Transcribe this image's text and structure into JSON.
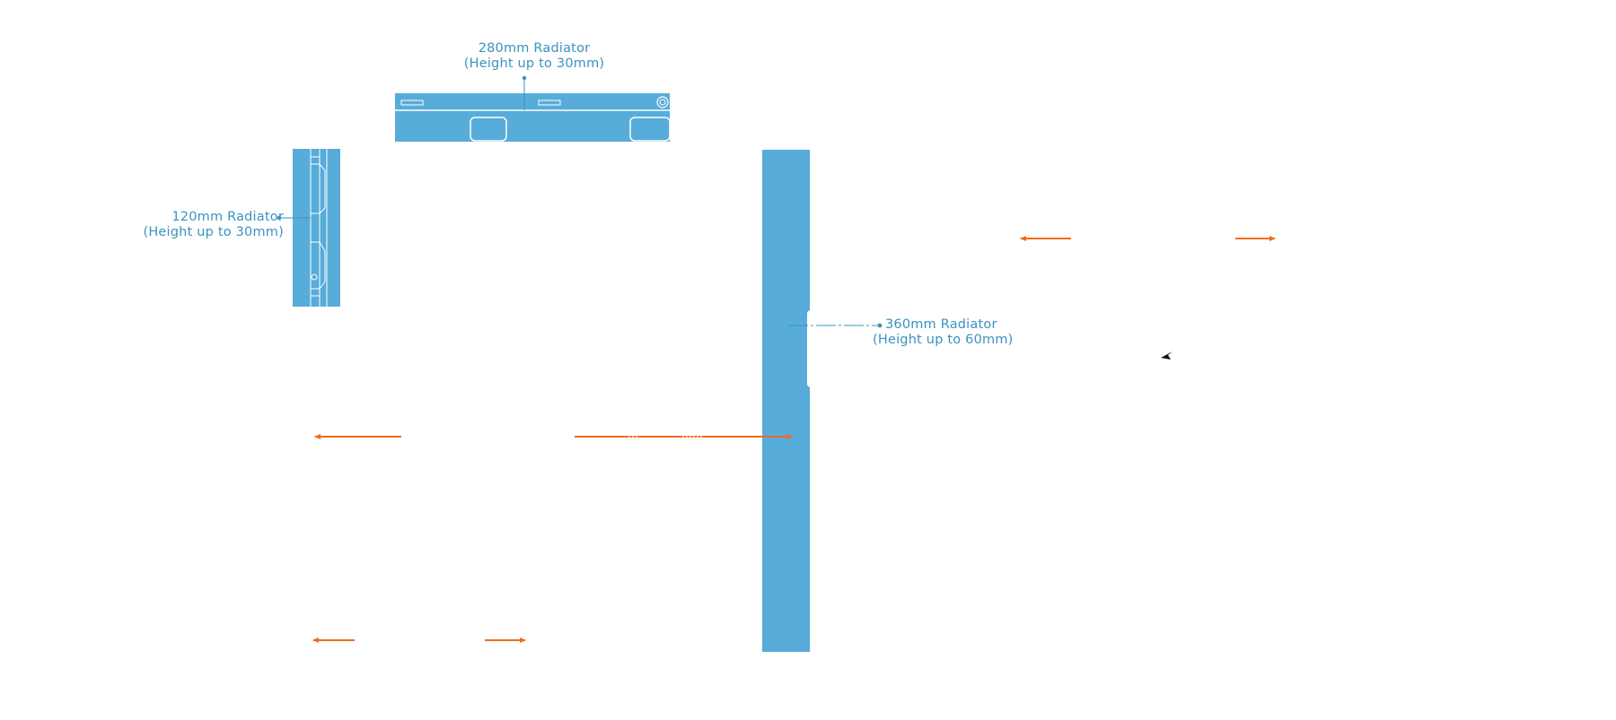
{
  "colors": {
    "panel_blue": "#57acd9",
    "label_blue": "#3a93c0",
    "arrow_orange": "#f26a1b",
    "outline_white": "#ffffff"
  },
  "labels": {
    "rad_280": {
      "line1": "280mm Radiator",
      "line2": "(Height up to 30mm)"
    },
    "rad_120": {
      "line1": "120mm Radiator",
      "line2": "(Height up to 30mm)"
    },
    "rad_360": {
      "line1": "360mm Radiator",
      "line2": "(Height up to 60mm)"
    }
  },
  "icons": {
    "arrows": "arrow-left-icon / arrow-right-icon",
    "cursor": "cursor-icon"
  }
}
